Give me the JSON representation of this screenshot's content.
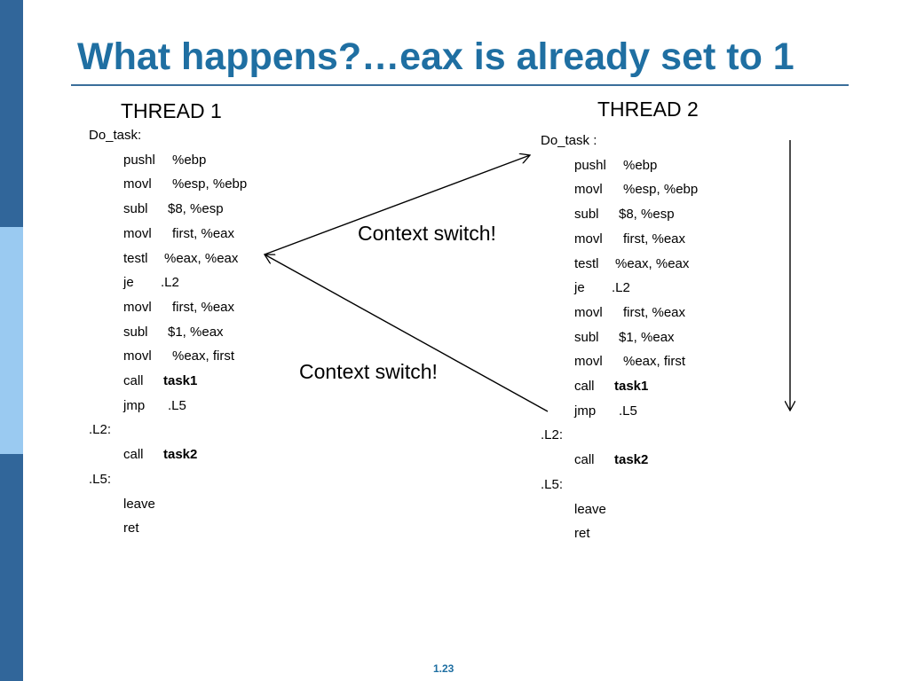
{
  "slide": {
    "title": "What happens?…eax is already set to 1",
    "page_number": "1.23"
  },
  "colors": {
    "title": "#1f6fa2",
    "rule": "#3a6e9a",
    "bar_dark": "#31669a",
    "bar_light": "#9acaf1",
    "page_number": "#1f6fa2"
  },
  "thread1": {
    "heading": "THREAD 1",
    "lines": [
      {
        "op": "Do_task:",
        "arg": "",
        "label": true
      },
      {
        "op": "pushl",
        "arg": "%ebp"
      },
      {
        "op": "movl",
        "arg": "%esp, %ebp"
      },
      {
        "op": "subl",
        "arg": "$8, %esp"
      },
      {
        "op": "movl",
        "arg": "first, %eax"
      },
      {
        "op": "testl",
        "arg": "%eax, %eax"
      },
      {
        "op": "je",
        "arg": ".L2"
      },
      {
        "op": "movl",
        "arg": "first, %eax"
      },
      {
        "op": "subl",
        "arg": "$1, %eax"
      },
      {
        "op": "movl",
        "arg": "%eax, first"
      },
      {
        "op": "call",
        "arg": "task1",
        "bold": true
      },
      {
        "op": "jmp",
        "arg": ".L5"
      },
      {
        "op": ".L2:",
        "arg": "",
        "label": true
      },
      {
        "op": "call",
        "arg": "task2",
        "bold": true
      },
      {
        "op": ".L5:",
        "arg": "",
        "label": true
      },
      {
        "op": "leave",
        "arg": ""
      },
      {
        "op": "ret",
        "arg": ""
      }
    ]
  },
  "thread2": {
    "heading": "THREAD 2",
    "lines": [
      {
        "op": "Do_task :",
        "arg": "",
        "label": true
      },
      {
        "op": "pushl",
        "arg": "%ebp"
      },
      {
        "op": "movl",
        "arg": "%esp, %ebp"
      },
      {
        "op": "subl",
        "arg": "$8, %esp"
      },
      {
        "op": "movl",
        "arg": "first, %eax"
      },
      {
        "op": "testl",
        "arg": "%eax, %eax"
      },
      {
        "op": "je",
        "arg": ".L2"
      },
      {
        "op": "movl",
        "arg": "first, %eax"
      },
      {
        "op": "subl",
        "arg": "$1, %eax"
      },
      {
        "op": "movl",
        "arg": "%eax, first"
      },
      {
        "op": "call",
        "arg": "task1",
        "bold": true
      },
      {
        "op": "jmp",
        "arg": ".L5"
      },
      {
        "op": ".L2:",
        "arg": "",
        "label": true
      },
      {
        "op": "call",
        "arg": "task2",
        "bold": true
      },
      {
        "op": ".L5:",
        "arg": "",
        "label": true
      },
      {
        "op": "leave",
        "arg": ""
      },
      {
        "op": "ret",
        "arg": ""
      }
    ]
  },
  "annotations": {
    "switch_top": "Context switch!",
    "switch_bottom": "Context switch!"
  }
}
